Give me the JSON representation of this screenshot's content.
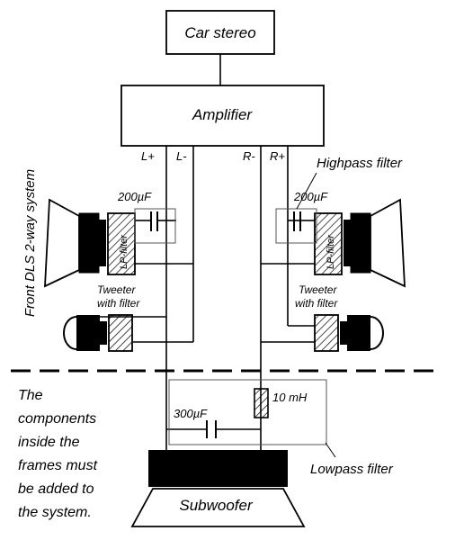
{
  "blocks": {
    "car_stereo": "Car stereo",
    "amplifier": "Amplifier",
    "subwoofer": "Subwoofer"
  },
  "terminals": {
    "left_plus": "L+",
    "left_minus": "L-",
    "right_minus": "R-",
    "right_plus": "R+"
  },
  "filters": {
    "highpass": "Highpass filter",
    "lowpass": "Lowpass filter",
    "lp_filter_left": "LP-filter",
    "lp_filter_right": "LP-filter"
  },
  "components": {
    "cap_left": "200µF",
    "cap_right": "200µF",
    "cap_sub": "300µF",
    "inductor": "10 mH"
  },
  "tweeter_left": [
    "Tweeter",
    "with filter"
  ],
  "tweeter_right": [
    "Tweeter",
    "with filter"
  ],
  "side_label": "Front DLS 2-way system",
  "note_lines": [
    "The",
    "components",
    "inside the",
    "frames must",
    "be added to",
    "the system."
  ],
  "colors": {
    "ink": "#000000",
    "frame": "#555555",
    "hatch": "#000000"
  }
}
